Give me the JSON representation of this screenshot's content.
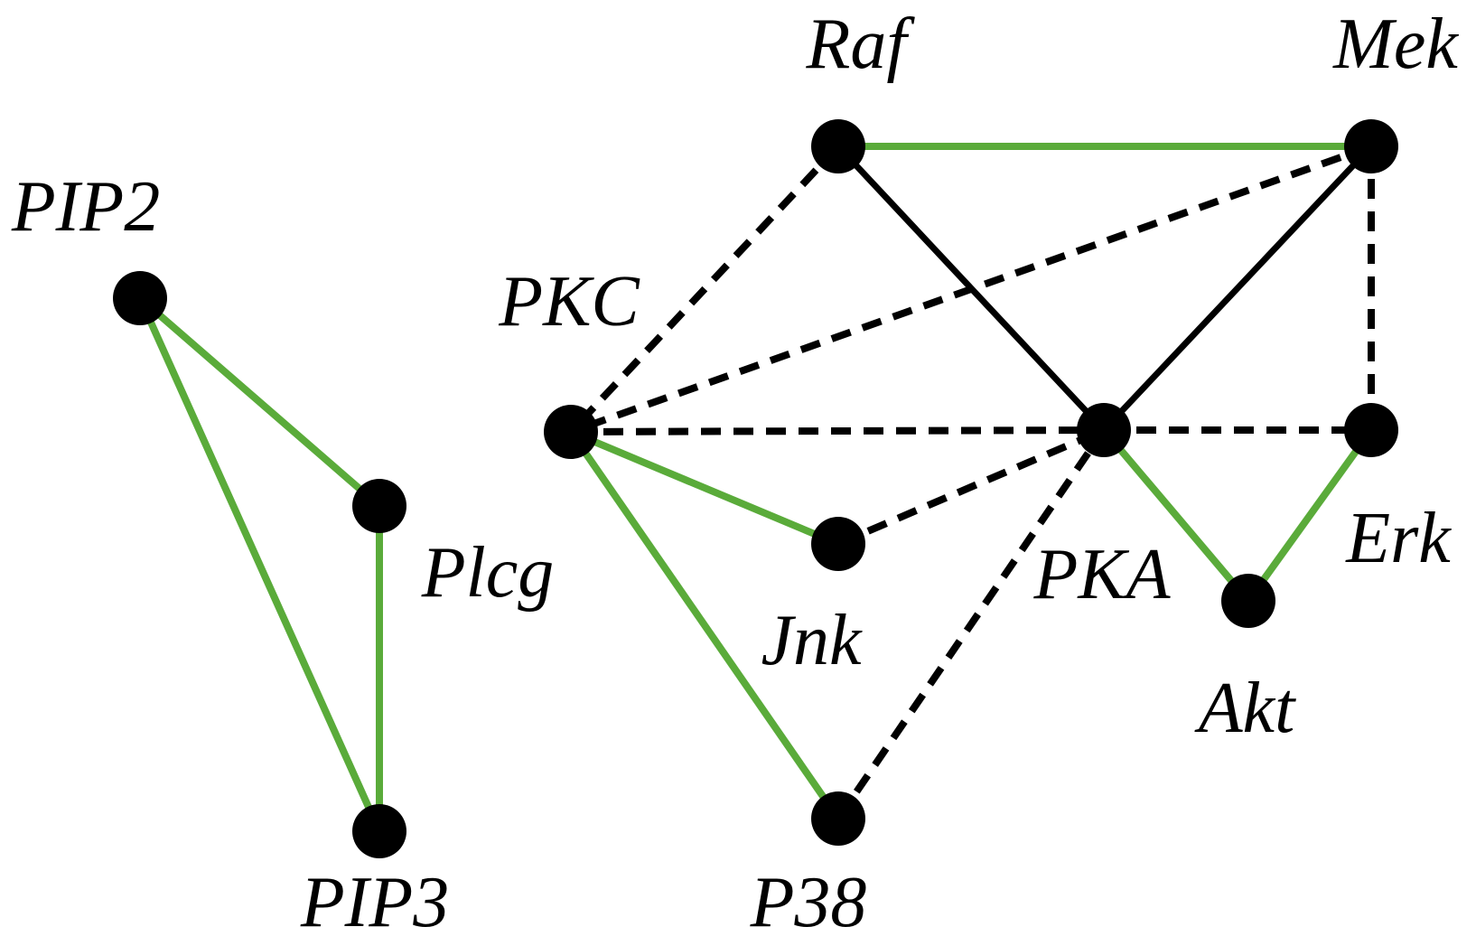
{
  "colors": {
    "background": "#ffffff",
    "node": "#000000",
    "edge_solid_green": "#5aab3a",
    "edge_solid_black": "#000000",
    "edge_dashed": "#000000",
    "label": "#000000"
  },
  "nodes": [
    {
      "id": "PIP2",
      "label": "PIP2"
    },
    {
      "id": "Plcg",
      "label": "Plcg"
    },
    {
      "id": "PIP3",
      "label": "PIP3"
    },
    {
      "id": "Raf",
      "label": "Raf"
    },
    {
      "id": "Mek",
      "label": "Mek"
    },
    {
      "id": "PKC",
      "label": "PKC"
    },
    {
      "id": "PKA",
      "label": "PKA"
    },
    {
      "id": "Erk",
      "label": "Erk"
    },
    {
      "id": "Jnk",
      "label": "Jnk"
    },
    {
      "id": "Akt",
      "label": "Akt"
    },
    {
      "id": "P38",
      "label": "P38"
    }
  ],
  "edges": [
    {
      "from": "PIP2",
      "to": "Plcg",
      "style": "green"
    },
    {
      "from": "PIP2",
      "to": "PIP3",
      "style": "green"
    },
    {
      "from": "Plcg",
      "to": "PIP3",
      "style": "green"
    },
    {
      "from": "Raf",
      "to": "Mek",
      "style": "green"
    },
    {
      "from": "PKC",
      "to": "Jnk",
      "style": "green"
    },
    {
      "from": "PKC",
      "to": "P38",
      "style": "green"
    },
    {
      "from": "PKA",
      "to": "Akt",
      "style": "green"
    },
    {
      "from": "Erk",
      "to": "Akt",
      "style": "green"
    },
    {
      "from": "Raf",
      "to": "PKA",
      "style": "black"
    },
    {
      "from": "Mek",
      "to": "PKA",
      "style": "black"
    },
    {
      "from": "Raf",
      "to": "PKC",
      "style": "dashed"
    },
    {
      "from": "Mek",
      "to": "PKC",
      "style": "dashed"
    },
    {
      "from": "PKC",
      "to": "PKA",
      "style": "dashed"
    },
    {
      "from": "PKA",
      "to": "Erk",
      "style": "dashed"
    },
    {
      "from": "Mek",
      "to": "Erk",
      "style": "dashed"
    },
    {
      "from": "Jnk",
      "to": "PKA",
      "style": "dashed"
    },
    {
      "from": "P38",
      "to": "PKA",
      "style": "dashed"
    }
  ]
}
